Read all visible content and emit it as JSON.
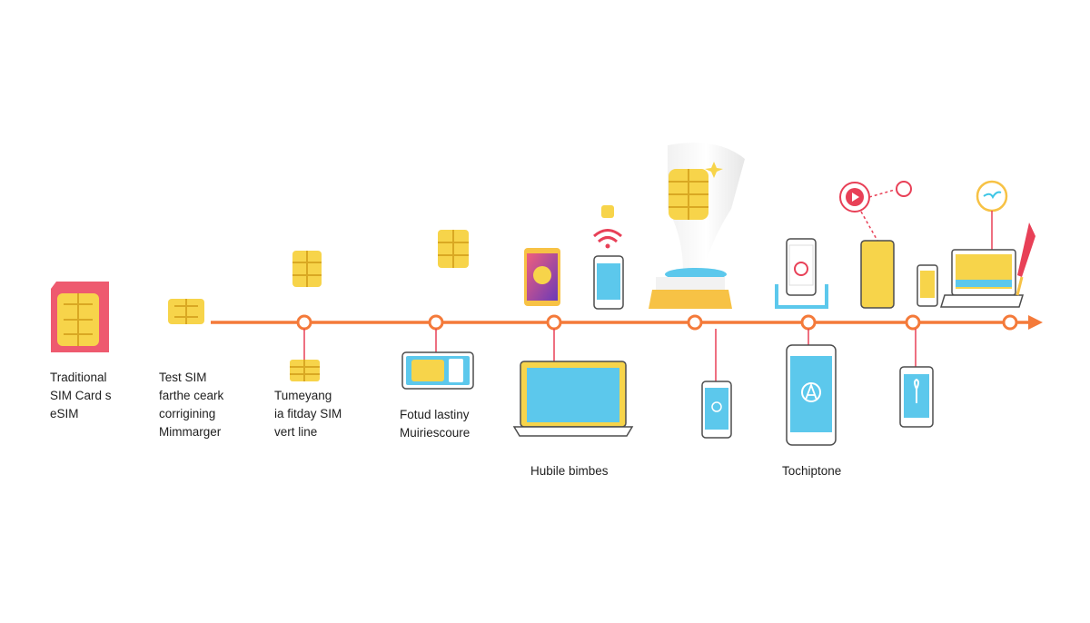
{
  "colors": {
    "timeline": "#f47a3a",
    "chip": "#f7d44a",
    "chip_line": "#d9a823",
    "sim_body": "#ee5a6f",
    "screen": "#5cc8ec",
    "device_line": "#4d4d4d",
    "accent_red": "#e84057",
    "accent_cyan": "#3ec6e6"
  },
  "labels": {
    "l1": [
      "Traditional",
      "SIM Card s",
      "eSIM"
    ],
    "l2": [
      "Test SIM",
      "farthe ceark",
      "corrigining",
      "Mimmarger"
    ],
    "l3": [
      "Tumeyang",
      "ia fitday SIM",
      "vert line"
    ],
    "l4": [
      "Fotud lastiny",
      "Muiriescoure"
    ],
    "l5": "Hubile bimbes",
    "l6": "Tochiptone"
  },
  "icons": [
    "sim-card-icon",
    "chip-icon",
    "phone-icon",
    "laptop-icon",
    "wifi-icon",
    "play-icon",
    "bird-icon",
    "pen-icon",
    "trophy-icon"
  ]
}
